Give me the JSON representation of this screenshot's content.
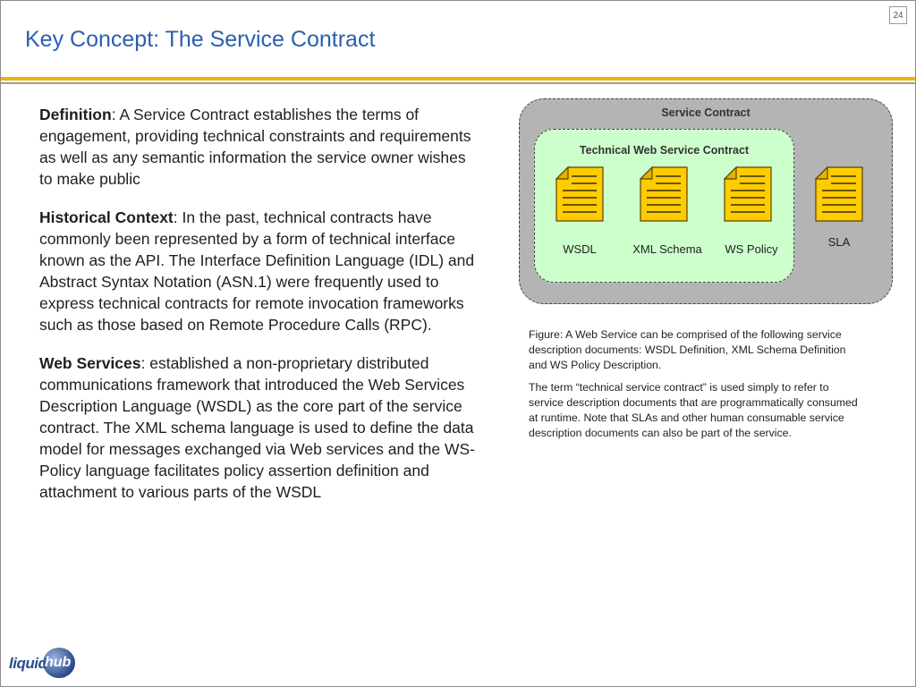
{
  "page": {
    "number": "24"
  },
  "header": {
    "title": "Key Concept: The Service Contract"
  },
  "body": {
    "definition": {
      "term": "Definition",
      "text": ": A Service Contract establishes the terms of engagement, providing technical constraints and requirements as well as any semantic information the service owner wishes to make public"
    },
    "history": {
      "term": "Historical Context",
      "text": ": In the past, technical contracts have commonly been represented by a form of technical interface known as the API.  The Interface Definition Language (IDL) and Abstract Syntax Notation (ASN.1) were frequently used to express technical contracts for remote invocation frameworks such as those based on Remote Procedure Calls (RPC)."
    },
    "web_services": {
      "term": "Web Services",
      "text": ": established a non-proprietary distributed communications framework that introduced the Web Services Description Language (WSDL) as the core part of the service contract.  The XML schema language is used to define the data model for messages exchanged via Web services and the WS-Policy language facilitates policy assertion definition and attachment to various parts of the WSDL"
    }
  },
  "diagram": {
    "outer_title": "Service Contract",
    "inner_title": "Technical Web Service Contract",
    "documents": [
      {
        "label": "WSDL",
        "icon": "document-icon"
      },
      {
        "label": "XML Schema",
        "icon": "document-icon"
      },
      {
        "label": "WS Policy",
        "icon": "document-icon"
      },
      {
        "label": "SLA",
        "icon": "document-icon"
      }
    ],
    "colors": {
      "outer": "#b4b4b4",
      "inner": "#ccffcc",
      "document": "#ffcc00"
    }
  },
  "caption": {
    "figure": "Figure: A Web Service can be comprised of the following service description documents: WSDL Definition, XML Schema Definition and WS Policy Description.",
    "note": "The term “technical service contract” is used simply to refer to service description documents that are programmatically consumed at runtime.  Note that SLAs and other human consumable service description documents can also be part of the service."
  },
  "logo": {
    "part1": "liquid",
    "part2": "hub"
  },
  "colors": {
    "title": "#2b5fae",
    "rule": "#f0b400"
  }
}
